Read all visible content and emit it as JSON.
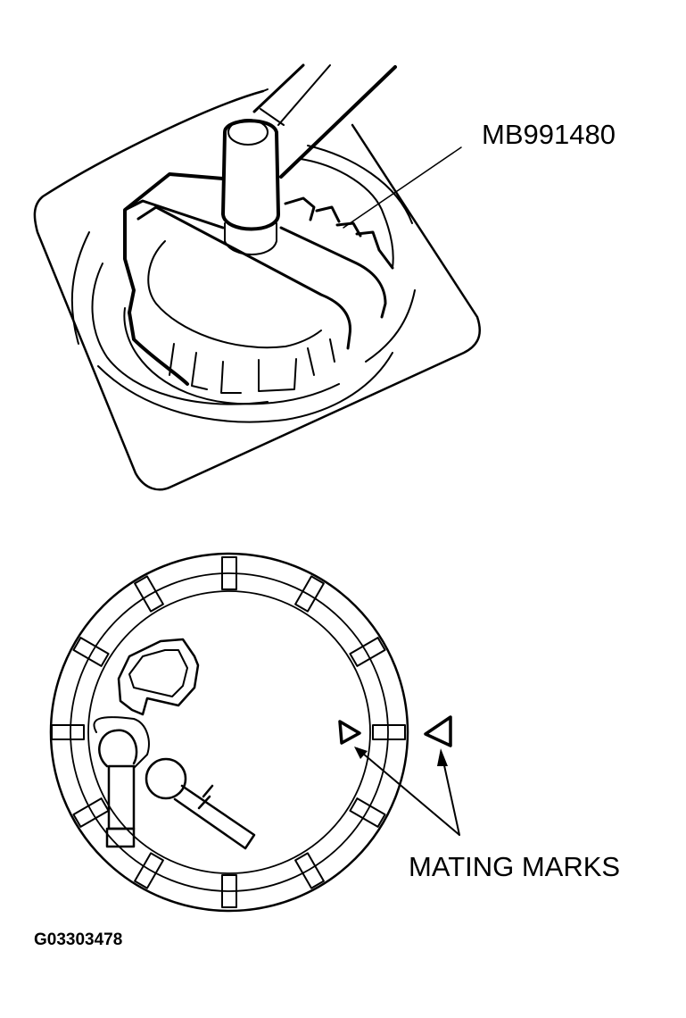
{
  "figure": {
    "id_label": "G03303478",
    "colors": {
      "ink": "#000000",
      "background": "#ffffff"
    }
  },
  "top_view": {
    "description": "Special tool installed on fuel pump retaining ring",
    "callouts": [
      {
        "label": "MB991480",
        "target": "special-tool"
      }
    ]
  },
  "bottom_view": {
    "description": "Fuel pump module flange with retaining ring tabs",
    "callouts": [
      {
        "label": "MATING MARKS",
        "target": "alignment-triangles",
        "arrow_count": 2
      }
    ],
    "ring_tab_count": 12
  }
}
